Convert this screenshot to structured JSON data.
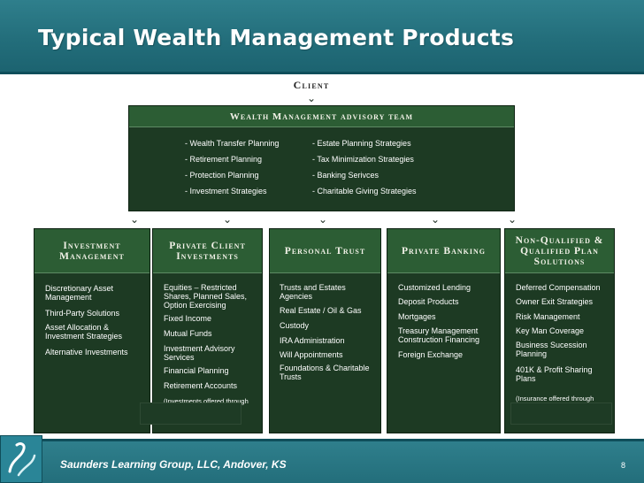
{
  "slide": {
    "title": "Typical Wealth Management Products",
    "footer": "Saunders Learning Group, LLC, Andover, KS",
    "page_number": "8"
  },
  "diagram": {
    "client_label": "Client",
    "team": {
      "header": "Wealth Management advisory team",
      "left_items": [
        "- Wealth Transfer Planning",
        "- Retirement Planning",
        "- Protection Planning",
        "- Investment Strategies"
      ],
      "right_items": [
        "- Estate Planning Strategies",
        "- Tax Minimization Strategies",
        "- Banking Serivces",
        "- Charitable Giving Strategies"
      ]
    },
    "columns": [
      {
        "header": "Investment Management",
        "items": [
          "Discretionary Asset Management",
          "Third-Party Solutions",
          "Asset Allocation & Investment Strategies",
          "Alternative Investments"
        ]
      },
      {
        "header": "Private Client Investments",
        "items": [
          "Equities – Restricted Shares, Planned Sales, Option Exercising",
          "Fixed Income",
          "Mutual Funds",
          "Investment Advisory Services",
          "Financial Planning",
          "Retirement Accounts"
        ],
        "note": "(Investments offered through"
      },
      {
        "header": "Personal Trust",
        "items": [
          "Trusts and Estates Agencies",
          "Real Estate / Oil & Gas",
          "Custody",
          "IRA Administration",
          "Will Appointments",
          "Foundations & Charitable Trusts"
        ]
      },
      {
        "header": "Private Banking",
        "items": [
          "Customized Lending",
          "Deposit Products",
          "Mortgages",
          "Treasury Management Construction Financing",
          "Foreign Exchange"
        ]
      },
      {
        "header": "Non-Qualified & Qualified Plan Solutions",
        "items": [
          "Deferred Compensation",
          "Owner Exit Strategies",
          "Risk Management",
          "Key Man Coverage",
          "Business Sucession Planning",
          "401K & Profit Sharing Plans"
        ],
        "note": "(Insurance offered through"
      }
    ]
  }
}
